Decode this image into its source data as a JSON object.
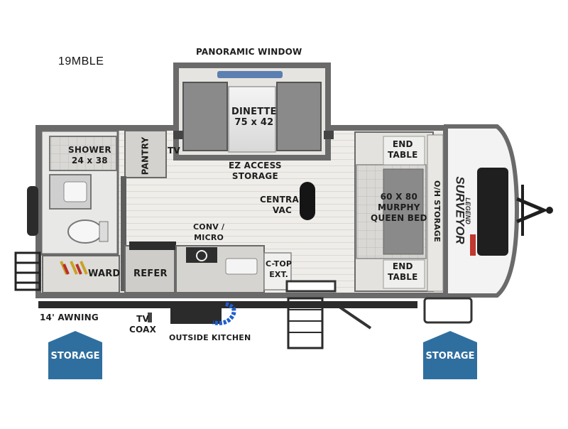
{
  "model": "19MBLE",
  "labels": {
    "panoramic_window": "PANORAMIC WINDOW",
    "dinette": "DINETTE\n75 x 42",
    "ez_access_storage": "EZ ACCESS\nSTORAGE",
    "shower": "SHOWER\n24 x 38",
    "pantry": "PANTRY",
    "tv": "TV",
    "central_vac": "CENTRAL\nVAC",
    "end_table_top": "END\nTABLE",
    "end_table_bottom": "END\nTABLE",
    "murphy_bed": "60 X 80\nMURPHY\nQUEEN BED",
    "oh_storage": "O/H STORAGE",
    "conv_micro": "CONV /\nMICRO",
    "ward": "WARD",
    "refer": "REFER",
    "c_top_ext": "C-TOP\nEXT.",
    "awning": "14' AWNING",
    "tv_coax": "TV\nCOAX",
    "outside_kitchen": "OUTSIDE KITCHEN"
  },
  "storage_badges": [
    "STORAGE",
    "STORAGE"
  ],
  "brand": {
    "name": "SURVEYOR",
    "sub": "LEGEND"
  },
  "colors": {
    "wall": "#6f6f6f",
    "floor": "#eceae6",
    "cabinet": "#c9c7c3",
    "upholstery": "#7d7d7d",
    "storage_blue": "#2f6f9f",
    "hose_blue": "#1f5fd0"
  }
}
